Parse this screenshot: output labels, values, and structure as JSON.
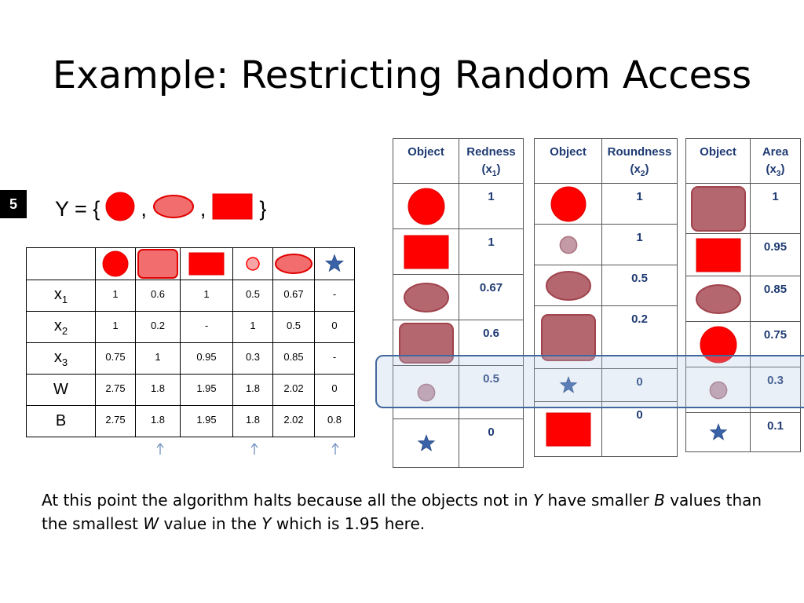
{
  "slide": {
    "title": "Example: Restricting Random Access",
    "number": "5",
    "y_set": {
      "prefix": "Y = {",
      "sep1": ",",
      "sep2": ",",
      "suffix": "}"
    }
  },
  "colors": {
    "red": "#ff0000",
    "faded_red": "#b5676f",
    "pink_red": "#f26d6d",
    "table_header": "#1f3b73",
    "star_blue": "#3a62a8",
    "highlight_border": "#41689e"
  },
  "main_table": {
    "objects": [
      "red-circle",
      "pink-rounded-square",
      "red-rectangle",
      "small-pink-circle",
      "pink-ellipse",
      "blue-star"
    ],
    "rows": [
      {
        "label": "x",
        "sub": "1",
        "values": [
          "1",
          "0.6",
          "1",
          "0.5",
          "0.67",
          "-"
        ]
      },
      {
        "label": "x",
        "sub": "2",
        "values": [
          "1",
          "0.2",
          "-",
          "1",
          "0.5",
          "0"
        ]
      },
      {
        "label": "x",
        "sub": "3",
        "values": [
          "0.75",
          "1",
          "0.95",
          "0.3",
          "0.85",
          "-"
        ]
      },
      {
        "label": "W",
        "sub": "",
        "values": [
          "2.75",
          "1.8",
          "1.95",
          "1.8",
          "2.02",
          "0"
        ]
      },
      {
        "label": "B",
        "sub": "",
        "values": [
          "2.75",
          "1.8",
          "1.95",
          "1.8",
          "2.02",
          "0.8"
        ]
      }
    ]
  },
  "sorted_lists": [
    {
      "col1": "Object",
      "col2": "Redness",
      "var": "x",
      "sub": "1",
      "rows": [
        {
          "object": "red-circle",
          "value": "1"
        },
        {
          "object": "red-rectangle",
          "value": "1"
        },
        {
          "object": "faded-ellipse",
          "value": "0.67"
        },
        {
          "object": "faded-rounded-square",
          "value": "0.6"
        },
        {
          "object": "faded-small-circle",
          "value": "0.5"
        },
        {
          "object": "blue-star",
          "value": "0"
        }
      ]
    },
    {
      "col1": "Object",
      "col2": "Roundness",
      "var": "x",
      "sub": "2",
      "rows": [
        {
          "object": "red-circle",
          "value": "1"
        },
        {
          "object": "faded-small-circle",
          "value": "1"
        },
        {
          "object": "faded-ellipse",
          "value": "0.5"
        },
        {
          "object": "faded-rounded-square",
          "value": "0.2"
        },
        {
          "object": "blue-star",
          "value": "0"
        },
        {
          "object": "red-rectangle",
          "value": "0"
        }
      ]
    },
    {
      "col1": "Object",
      "col2": "Area",
      "var": "x",
      "sub": "3",
      "rows": [
        {
          "object": "faded-rounded-square",
          "value": "1"
        },
        {
          "object": "red-rectangle",
          "value": "0.95"
        },
        {
          "object": "faded-ellipse",
          "value": "0.85"
        },
        {
          "object": "red-circle",
          "value": "0.75"
        },
        {
          "object": "faded-small-circle",
          "value": "0.3"
        },
        {
          "object": "blue-star",
          "value": "0.1"
        }
      ]
    }
  ],
  "caption": {
    "p1": "At this point the algorithm halts because all the objects not in ",
    "y1": "Y",
    "p2": " have smaller ",
    "b": "B",
    "p3": " values than the smallest ",
    "w": "W",
    "p4": " value in the ",
    "y2": "Y",
    "p5": " which is 1.95 here."
  }
}
